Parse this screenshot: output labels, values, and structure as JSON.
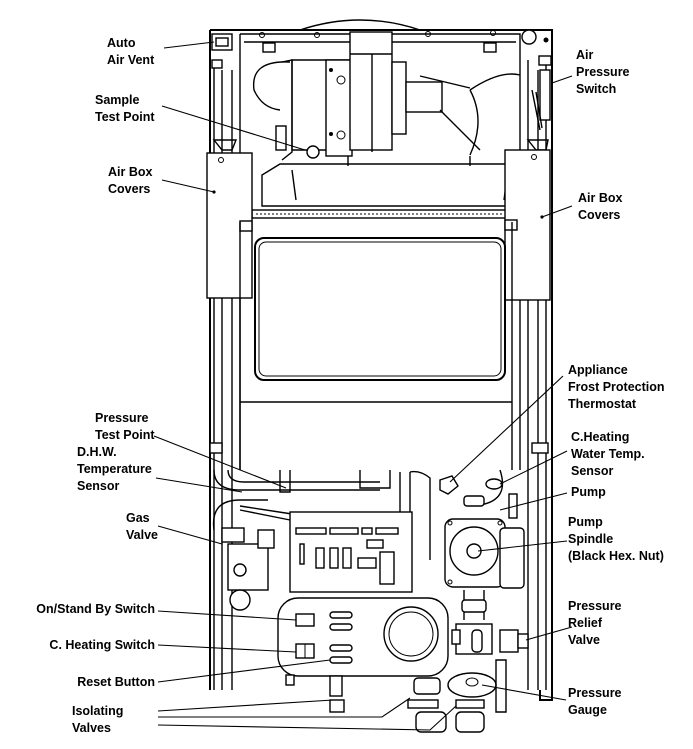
{
  "diagram": {
    "subject": "Boiler internal components (front view, casing removed)",
    "callouts": [
      {
        "id": "auto-air-vent",
        "text": "Auto\nAir Vent"
      },
      {
        "id": "sample-test-point",
        "text": "Sample\nTest Point"
      },
      {
        "id": "air-box-covers-left",
        "text": "Air Box\nCovers"
      },
      {
        "id": "air-pressure-switch",
        "text": "Air\nPressure\nSwitch"
      },
      {
        "id": "air-box-covers-right",
        "text": "Air Box\nCovers"
      },
      {
        "id": "appliance-frost-protection-thermostat",
        "text": "Appliance\nFrost Protection\nThermostat"
      },
      {
        "id": "pressure-test-point",
        "text": "Pressure\nTest Point"
      },
      {
        "id": "dhw-temperature-sensor",
        "text": "D.H.W.\nTemperature\nSensor"
      },
      {
        "id": "ch-water-temp-sensor",
        "text": "C.Heating\nWater Temp.\nSensor"
      },
      {
        "id": "pump",
        "text": "Pump"
      },
      {
        "id": "gas-valve",
        "text": "Gas\nValve"
      },
      {
        "id": "pump-spindle",
        "text": "Pump\nSpindle\n(Black Hex. Nut)"
      },
      {
        "id": "on-standby-switch",
        "text": "On/Stand By Switch"
      },
      {
        "id": "pressure-relief-valve",
        "text": "Pressure\nRelief\nValve"
      },
      {
        "id": "ch-switch",
        "text": "C. Heating Switch"
      },
      {
        "id": "reset-button",
        "text": "Reset Button"
      },
      {
        "id": "isolating-valves",
        "text": "Isolating\nValves"
      },
      {
        "id": "pressure-gauge",
        "text": "Pressure\nGauge"
      }
    ]
  }
}
